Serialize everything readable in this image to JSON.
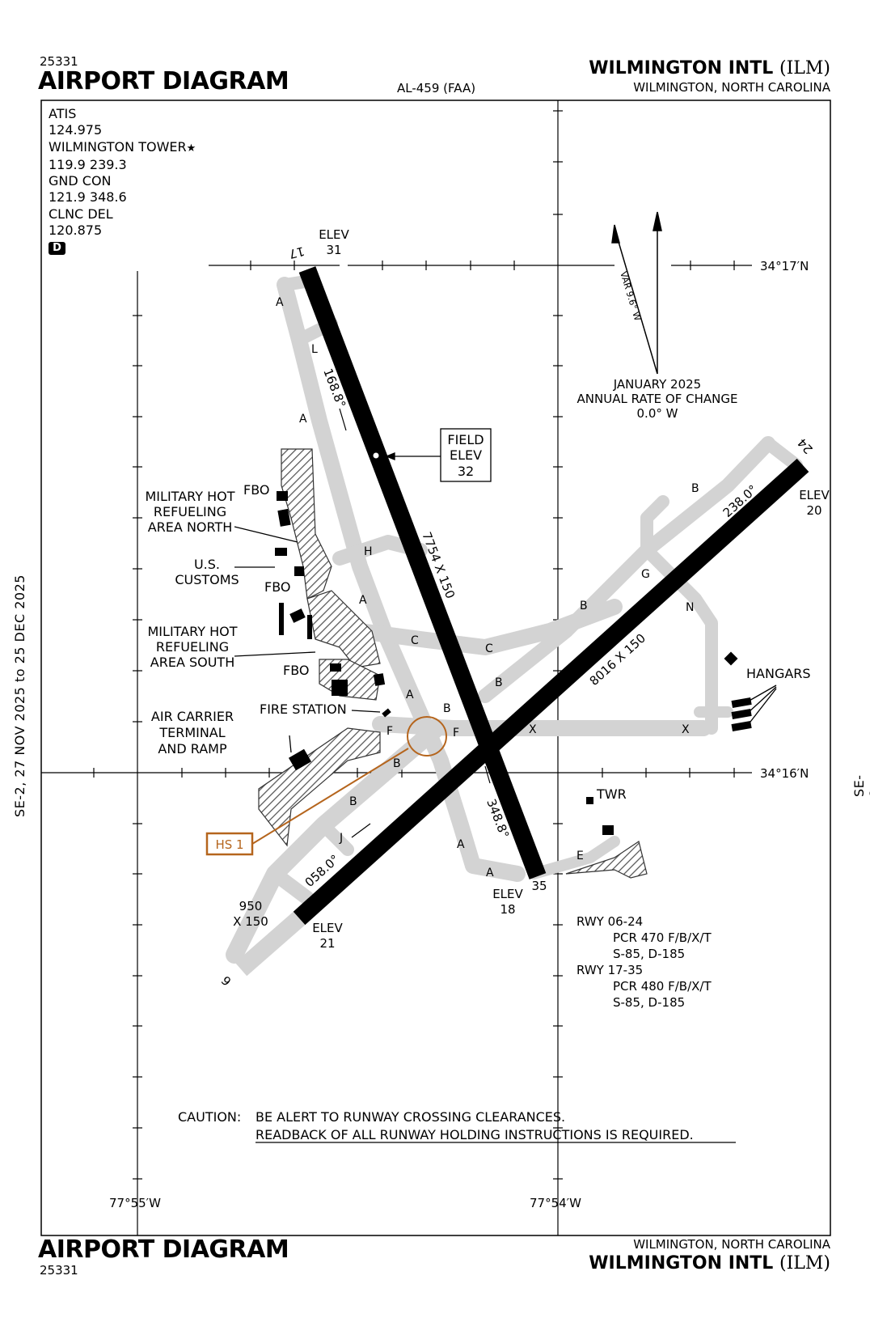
{
  "header": {
    "procedure_number": "25331",
    "title": "AIRPORT DIAGRAM",
    "chart_id": "AL-459 (FAA)",
    "airport_name": "WILMINGTON INTL",
    "airport_code": "(ILM)",
    "location": "WILMINGTON, NORTH CAROLINA"
  },
  "footer": {
    "title": "AIRPORT DIAGRAM",
    "procedure_number": "25331",
    "location": "WILMINGTON, NORTH CAROLINA",
    "airport_name": "WILMINGTON INTL",
    "airport_code": "(ILM)"
  },
  "effective_dates": "SE-2,  27 NOV 2025  to  25 DEC 2025",
  "frequencies": {
    "atis_label": "ATIS",
    "atis": "124.975",
    "tower_label": "WILMINGTON TOWER",
    "tower_star": "★",
    "tower": "119.9 239.3",
    "gnd_label": "GND CON",
    "gnd": "121.9 348.6",
    "clnc_label": "CLNC DEL",
    "clnc": "120.875",
    "d_badge": "D"
  },
  "coordinates": {
    "lat_north": "34°17′N",
    "lat_south": "34°16′N",
    "lon_west": "77°55′W",
    "lon_east": "77°54′W"
  },
  "magnetic": {
    "variation": "VAR 9.6° W",
    "date": "JANUARY 2025",
    "rate_label": "ANNUAL RATE OF CHANGE",
    "rate": "0.0° W"
  },
  "field_elev": {
    "label1": "FIELD",
    "label2": "ELEV",
    "value": "32"
  },
  "runways": {
    "rwy17_number": "17",
    "rwy35_number": "35",
    "rwy06_number": "6",
    "rwy24_number": "24",
    "rwy17_35_dims": "7754 X 150",
    "rwy06_24_dims": "8016 X 150",
    "hdg_168": "168.8°",
    "hdg_348": "348.8°",
    "hdg_238": "238.0°",
    "hdg_058": "058.0°",
    "elev_label": "ELEV",
    "elev17": "31",
    "elev35": "18",
    "elev24": "20",
    "elev06": "21",
    "displaced_dims1": "950",
    "displaced_dims2": "X 150"
  },
  "taxiways": {
    "A": "A",
    "B": "B",
    "C": "C",
    "E": "E",
    "F": "F",
    "G": "G",
    "H": "H",
    "J": "J",
    "L": "L",
    "N": "N",
    "X": "X"
  },
  "labels": {
    "mil_north_1": "MILITARY HOT",
    "mil_north_2": "REFUELING",
    "mil_north_3": "AREA NORTH",
    "customs_1": "U.S.",
    "customs_2": "CUSTOMS",
    "mil_south_1": "MILITARY HOT",
    "mil_south_2": "REFUELING",
    "mil_south_3": "AREA SOUTH",
    "fbo": "FBO",
    "fire_station": "FIRE STATION",
    "terminal_1": "AIR CARRIER",
    "terminal_2": "TERMINAL",
    "terminal_3": "AND RAMP",
    "hs1": "HS 1",
    "twr": "TWR",
    "hangars": "HANGARS"
  },
  "pcr": {
    "rwy1": "RWY 06-24",
    "rwy1_pcr": "PCR 470 F/B/X/T",
    "rwy1_sd": "S-85, D-185",
    "rwy2": "RWY 17-35",
    "rwy2_pcr": "PCR 480 F/B/X/T",
    "rwy2_sd": "S-85, D-185"
  },
  "caution": {
    "prefix": "CAUTION:",
    "line1": "BE ALERT TO RUNWAY CROSSING CLEARANCES.",
    "line2": "READBACK OF ALL RUNWAY HOLDING INSTRUCTIONS IS REQUIRED."
  },
  "colors": {
    "runway": "#000000",
    "taxiway": "#d3d3d3",
    "hot_spot": "#b5651d",
    "paper": "#ffffff"
  }
}
